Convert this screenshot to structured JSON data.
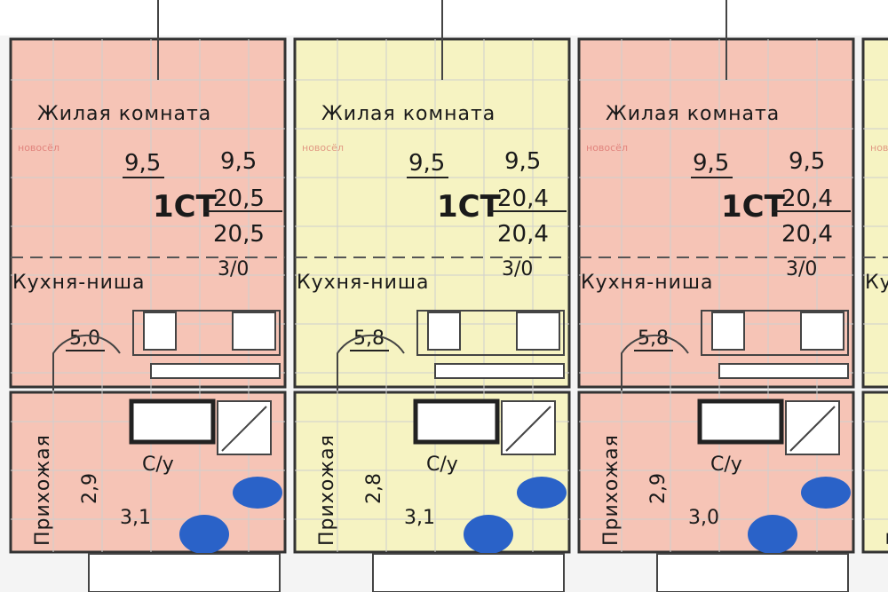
{
  "colors": {
    "pink": "#f6c4b6",
    "cream": "#f6f3c2",
    "wall": "#333333",
    "fixture": "#2a62c8",
    "watermark": "#d05050"
  },
  "watermark": "новосёл",
  "units": [
    {
      "fill": "pink",
      "living_room": "Жилая комната",
      "kitchen": "Кухня-ниша",
      "hallway": "Прихожая",
      "bath": "С/у",
      "code": "1СТ",
      "living_area": "9,5",
      "areas": [
        "9,5",
        "20,5",
        "20,5",
        "3/0"
      ],
      "hall_area": "5,0",
      "hall_area_2": "2,9",
      "bath_area": "3,1"
    },
    {
      "fill": "cream",
      "living_room": "Жилая комната",
      "kitchen": "Кухня-ниша",
      "hallway": "Прихожая",
      "bath": "С/у",
      "code": "1СТ",
      "living_area": "9,5",
      "areas": [
        "9,5",
        "20,4",
        "20,4",
        "3/0"
      ],
      "hall_area": "5,8",
      "hall_area_2": "2,8",
      "bath_area": "3,1"
    },
    {
      "fill": "pink",
      "living_room": "Жилая комната",
      "kitchen": "Кухня-ниша",
      "hallway": "Прихожая",
      "bath": "С/у",
      "code": "1СТ",
      "living_area": "9,5",
      "areas": [
        "9,5",
        "20,4",
        "20,4",
        "3/0"
      ],
      "hall_area": "5,8",
      "hall_area_2": "2,9",
      "bath_area": "3,0"
    },
    {
      "fill": "cream",
      "kitchen": "Ку",
      "hallway": "При"
    }
  ]
}
